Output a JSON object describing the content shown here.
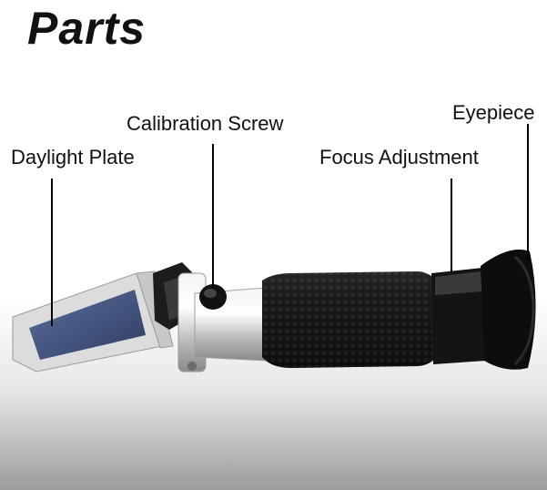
{
  "title": "Parts",
  "labels": {
    "daylight_plate": "Daylight Plate",
    "calibration_screw": "Calibration Screw",
    "focus_adjustment": "Focus Adjustment",
    "eyepiece": "Eyepiece"
  }
}
